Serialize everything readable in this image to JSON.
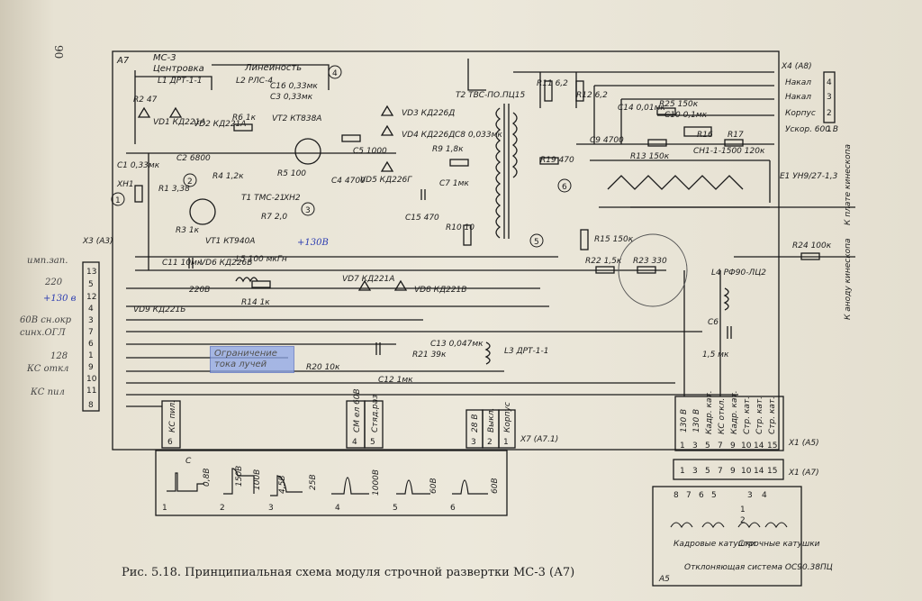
{
  "page_number": "90",
  "caption": "Рис. 5.18. Принципиальная схема модуля строчной развертки МС-3 (А7)",
  "module": {
    "id": "А7",
    "name": "МС-3",
    "sub": "Центровка"
  },
  "section_marks": {
    "linearity": "Линейность",
    "m1": "1",
    "m2": "2",
    "m3": "3",
    "m4": "4",
    "m5": "5",
    "m6": "6"
  },
  "components": {
    "L1": "L1 ДРТ-1-1",
    "R2": "R2 47",
    "VD1": "VD1 КД221А",
    "VD2": "VD2 КД221А",
    "R6": "R6 1к",
    "L2": "L2 РЛС-4",
    "C16": "C16 0,33мк",
    "C3": "C3 0,33мк",
    "VT2": "VT2 КТ838А",
    "C5": "C5 1000",
    "C4": "C4 4700",
    "R5": "R5 100",
    "C2": "C2 6800",
    "R4": "R4 1,2к",
    "T1": "T1 ТМС-21",
    "R7": "R7 2,0",
    "R1": "R1 3,38",
    "C1": "C1 0,33мк",
    "R3": "R3 1к",
    "VT1": "VT1 КТ940А",
    "XH1": "XH1",
    "XH2": "XH2",
    "VD3": "VD3 КД226Д",
    "VD4": "VD4 КД226Д",
    "VD5": "VD5 КД226Г",
    "R9": "R9 1,8к",
    "C8": "C8 0,033мк",
    "C7": "C7 1мк",
    "C15": "C15 470",
    "R10": "R10 10",
    "T2": "T2 ТВС-ПО.ПЦ15",
    "R11": "R11 6,2",
    "R12": "R12 6,2",
    "C14": "C14 0,01мк",
    "R25": "R25 150к",
    "C10": "C10 0,1мк",
    "C9": "C9 4700",
    "R13": "R13 150к",
    "R16": "R16",
    "R17": "R17",
    "R19": "R19 470",
    "SN": "СН1-1-1500 120к",
    "E1": "Е1 УН9/27-1,3",
    "R15": "R15 150к",
    "R22": "R22 1,5к",
    "R23": "R23 330",
    "R24": "R24 100к",
    "L4": "L4 РФ90-ЛЦ2",
    "C6": "C6",
    "C6v": "1,5 мк",
    "C11": "C11 10мк",
    "VD6": "VD6 КД226Б",
    "C11v": "220В",
    "L5": "L5 100 мкГн",
    "R14": "R14 1к",
    "VD9": "VD9 КД221Б",
    "VD7": "VD7 КД221А",
    "VD8": "VD8 КД221В",
    "R20": "R20 10к",
    "R21": "R21 39к",
    "C13": "C13 0,047мк",
    "C12": "C12 1мк",
    "L3": "L3 ДРТ-1-1",
    "limit": "Ограничение тока лучей"
  },
  "x4": {
    "id": "X4 (А8)",
    "rows": [
      {
        "label": "Накал",
        "pin": "4"
      },
      {
        "label": "Накал",
        "pin": "3"
      },
      {
        "label": "Корпус",
        "pin": "2"
      },
      {
        "label": "Ускор. 600 В",
        "pin": "1"
      }
    ],
    "dest": "К платe кинескопа",
    "anode": "К аноду кинескопа"
  },
  "x3": {
    "id": "X3 (А3)",
    "pins": [
      "13",
      "5",
      "12",
      "4",
      "3",
      "7",
      "6",
      "1",
      "9",
      "10",
      "11",
      "8"
    ],
    "hand": [
      "имп.зап.",
      "220",
      "+130 в",
      "60В сн.окр",
      "синх.ОГЛ",
      "128",
      "КС откл",
      "КС пил"
    ]
  },
  "bottom_strip": {
    "pins": [
      "6",
      "4",
      "5",
      "3",
      "2",
      "1"
    ],
    "labels": [
      "КС пил.",
      "СМ ел 60В",
      "Стяд.раз",
      "28 В",
      "Выкл.",
      "Корпус"
    ],
    "x7": "X7 (А7.1)"
  },
  "right_strip": {
    "labels": [
      "130 В",
      "130 В",
      "Кадр. кат.",
      "КС откл.",
      "Кадр. кат.",
      "Стр. кат.",
      "Стр. кат.",
      "Стр. кат."
    ],
    "pins_top": [
      "1",
      "3",
      "5",
      "7",
      "9",
      "10",
      "14",
      "15"
    ],
    "pins_bot": [
      "1",
      "3",
      "5",
      "7",
      "9",
      "10",
      "14",
      "15"
    ],
    "x1a": "X1 (А5)",
    "x1b": "X1 (А7)"
  },
  "deflection": {
    "id": "А5",
    "coils_frame": "Кадровые катушки",
    "coils_line": "Строчные катушки",
    "system": "Отклоняющая система ОС90.38ПЦ",
    "pins": [
      "8",
      "7",
      "6",
      "5",
      "3",
      "4",
      "1",
      "2"
    ]
  },
  "waveforms": [
    {
      "n": "1",
      "v": "0,8В"
    },
    {
      "n": "2",
      "v": "100В"
    },
    {
      "n": "3",
      "v": "25В"
    },
    {
      "n": "4",
      "v": "1000В"
    },
    {
      "n": "5",
      "v": "60В"
    },
    {
      "n": "6",
      "v": "60В"
    }
  ],
  "waveform_extra": {
    "v2a": "150В",
    "v3a": "4,5В",
    "c": "C"
  },
  "notes": {
    "hv": "+130В",
    "stamp": "Ограничение тока лучей"
  }
}
